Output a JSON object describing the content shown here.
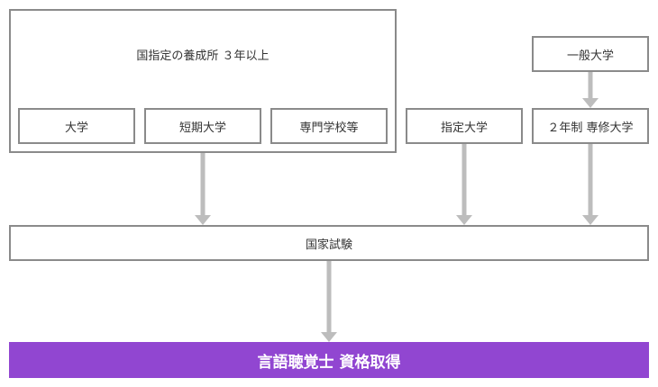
{
  "diagram": {
    "training_school": {
      "title": "国指定の養成所 ３年以上"
    },
    "sub_routes": [
      "大学",
      "短期大学",
      "専門学校等"
    ],
    "designated_university": "指定大学",
    "general_university": "一般大学",
    "two_year_course": "２年制 専修大学",
    "national_exam": "国家試験",
    "result": "言語聴覚士 資格取得"
  },
  "colors": {
    "border": "#8a8a8a",
    "arrow": "#bdbdbd",
    "accent": "#9146d1"
  }
}
